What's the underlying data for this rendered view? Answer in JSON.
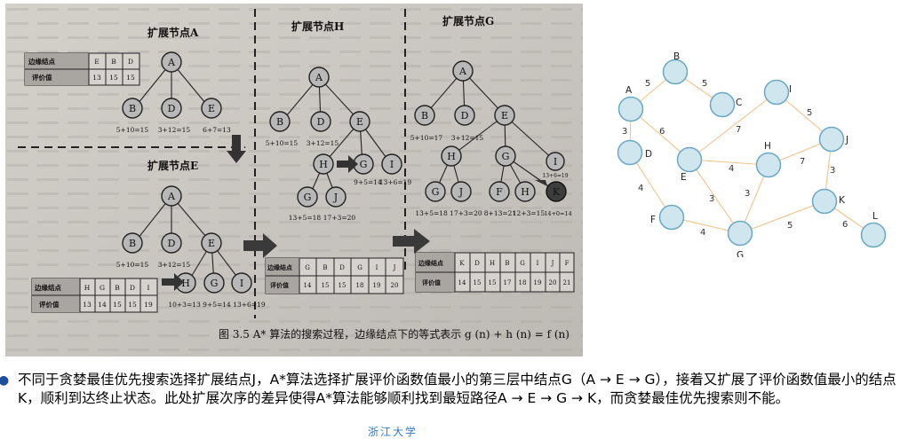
{
  "figure": {
    "stages": [
      {
        "title": "扩展节点A"
      },
      {
        "title": "扩展节点E"
      },
      {
        "title": "扩展节点H"
      },
      {
        "title": "扩展节点G"
      }
    ],
    "nodes": {
      "a_root": "A",
      "a_b": "B",
      "a_d": "D",
      "a_e": "E",
      "e_root": "A",
      "e_b": "B",
      "e_d": "D",
      "e_e": "E",
      "e_h": "H",
      "e_g": "G",
      "e_i": "I",
      "h_root": "A",
      "h_b": "B",
      "h_d": "D",
      "h_e": "E",
      "h_h": "H",
      "h_g": "G",
      "h_i": "I",
      "h_g2": "G",
      "h_j": "J",
      "g_root": "A",
      "g_b": "B",
      "g_d": "D",
      "g_e": "E",
      "g_h": "H",
      "g_g": "G",
      "g_i": "I",
      "g_g2": "G",
      "g_j": "J",
      "g_f": "F",
      "g_h2": "H",
      "g_k": "K"
    },
    "formulas": {
      "a_b": "5+10=15",
      "a_d": "3+12=15",
      "a_e": "6+7=13",
      "e_b": "5+10=15",
      "e_d": "3+12=15",
      "e_row": "10+3=13 9+5=14 13+6=19",
      "h_b": "5+10=15",
      "h_d": "3+12=15",
      "h_g": "9+5=14",
      "h_i": "13+6=19",
      "h_g2": "13+5=18",
      "h_j": "17+3=20",
      "g_b": "5+10=17",
      "g_d": "3+12=15",
      "g_i": "13+6=19",
      "g_row": "13+5=18 17+3=20",
      "g_f": "8+13=21",
      "g_h2": "12+3=15",
      "g_k": "14+0=14"
    },
    "table_a": {
      "head": "边缘结点",
      "row": "评价值",
      "cols": [
        "E",
        "B",
        "D"
      ],
      "vals": [
        "13",
        "15",
        "15"
      ]
    },
    "table_e": {
      "head": "边缘结点",
      "row": "评价值",
      "cols": [
        "H",
        "G",
        "B",
        "D",
        "I"
      ],
      "vals": [
        "13",
        "14",
        "15",
        "15",
        "19"
      ]
    },
    "table_h": {
      "head": "边缘结点",
      "row": "评价值",
      "cols": [
        "G",
        "B",
        "D",
        "G",
        "I",
        "J"
      ],
      "vals": [
        "14",
        "15",
        "15",
        "18",
        "19",
        "20"
      ]
    },
    "table_g": {
      "head": "边缘结点",
      "row": "评价值",
      "cols": [
        "K",
        "D",
        "H",
        "B",
        "G",
        "I",
        "J",
        "F"
      ],
      "vals": [
        "14",
        "15",
        "15",
        "17",
        "18",
        "19",
        "20",
        "21"
      ]
    },
    "caption": "图 3.5 A* 算法的搜索过程，边缘结点下的等式表示 g (n) + h (n) = f (n)"
  },
  "graph": {
    "edge_color": "#f2c38a",
    "node_fill": "#cfe6ef",
    "node_stroke": "#6aa9c4",
    "nodes": {
      "A": "A",
      "B": "B",
      "C": "C",
      "D": "D",
      "E": "E",
      "F": "F",
      "G": "G",
      "H": "H",
      "I": "I",
      "J": "J",
      "K": "K",
      "L": "L"
    },
    "weights": {
      "AB": "5",
      "BC": "5",
      "AD": "3",
      "AE": "6",
      "EI": "7",
      "IJ": "5",
      "EH": "4",
      "HJ": "7",
      "DF": "4",
      "EG": "3",
      "HG": "3",
      "JK": "3",
      "FG": "4",
      "GK": "5",
      "KL": "6"
    }
  },
  "text": {
    "paragraph": "不同于贪婪最佳优先搜索选择扩展结点J，A*算法选择扩展评价函数值最小的第三层中结点G（A → E → G），接着又扩展了评价函数值最小的结点K，顺利到达终止状态。此处扩展次序的差异使得A*算法能够顺利找到最短路径A → E → G → K，而贪婪最佳优先搜索则不能。",
    "footer": "浙江大学"
  }
}
